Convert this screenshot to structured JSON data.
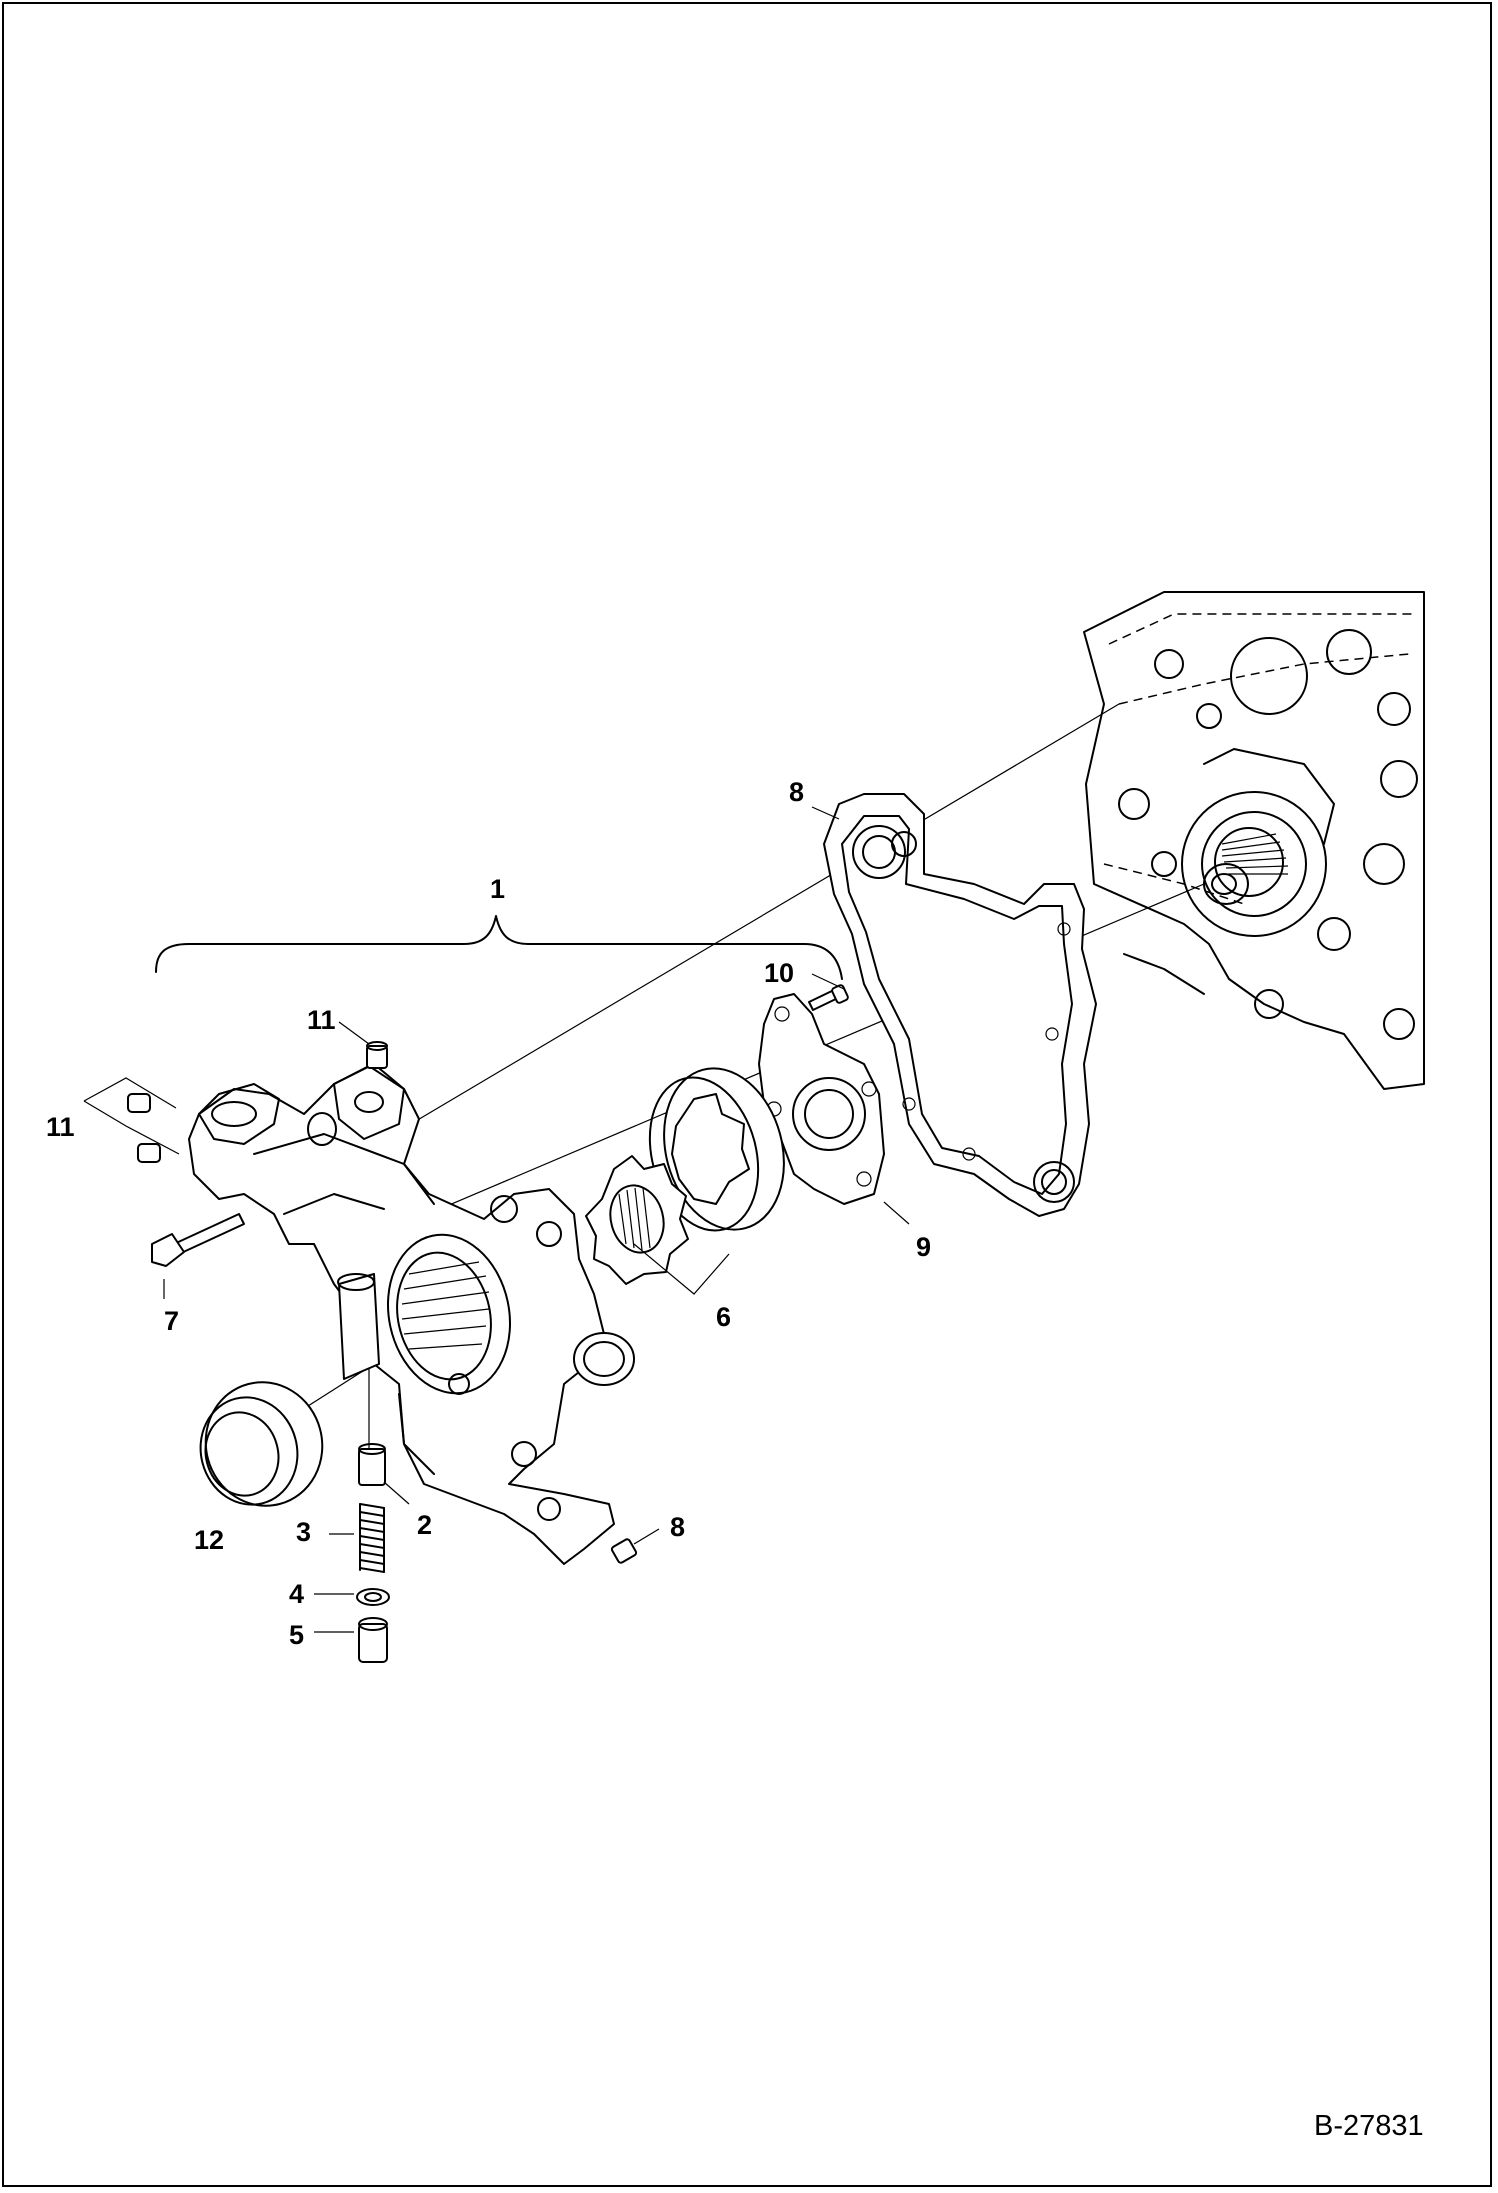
{
  "diagram": {
    "drawing_code": "B-27831",
    "callouts": [
      {
        "id": "c1",
        "text": "1"
      },
      {
        "id": "c2",
        "text": "2"
      },
      {
        "id": "c3",
        "text": "3"
      },
      {
        "id": "c4",
        "text": "4"
      },
      {
        "id": "c5",
        "text": "5"
      },
      {
        "id": "c6",
        "text": "6"
      },
      {
        "id": "c7",
        "text": "7"
      },
      {
        "id": "c8a",
        "text": "8"
      },
      {
        "id": "c8b",
        "text": "8"
      },
      {
        "id": "c9",
        "text": "9"
      },
      {
        "id": "c10",
        "text": "10"
      },
      {
        "id": "c11a",
        "text": "11"
      },
      {
        "id": "c11b",
        "text": "11"
      },
      {
        "id": "c12",
        "text": "12"
      }
    ]
  }
}
